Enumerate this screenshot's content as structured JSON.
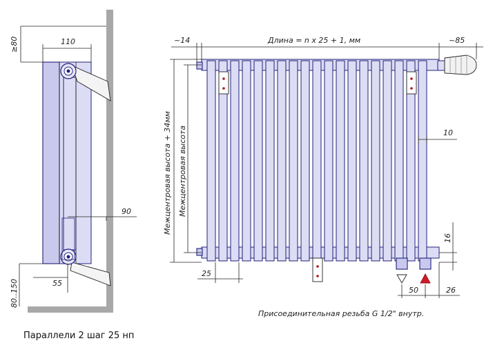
{
  "diagram": {
    "side_view": {
      "dim_clearance_top": "≥80",
      "dim_depth": "110",
      "dim_pipe_offset": "90",
      "dim_inlet_offset": "55",
      "dim_floor_gap": "80..150"
    },
    "front_view": {
      "dim_left_end": "~14",
      "dim_length": "Длина = n x 25 + 1, мм",
      "dim_right_end": "~85",
      "dim_tube_diameter": "10",
      "dim_center_height_plus": "Межцентровая высота + 34мм",
      "dim_center_height": "Межцентровая высота",
      "dim_bottom_offset": "16",
      "dim_left_pitch": "25",
      "dim_connection_spacing": "50",
      "dim_right_offset": "26",
      "connection_note": "Присоединительная резьба G 1/2\" внутр."
    },
    "caption": "Параллели 2 шаг 25 нп",
    "colors": {
      "radiator_fill": "#dcdcf4",
      "radiator_stroke": "#20207a",
      "wall_hatch": "#a8a8a8",
      "outflow_arrow": "#ffffff",
      "inflow_arrow": "#d11a2a"
    }
  }
}
